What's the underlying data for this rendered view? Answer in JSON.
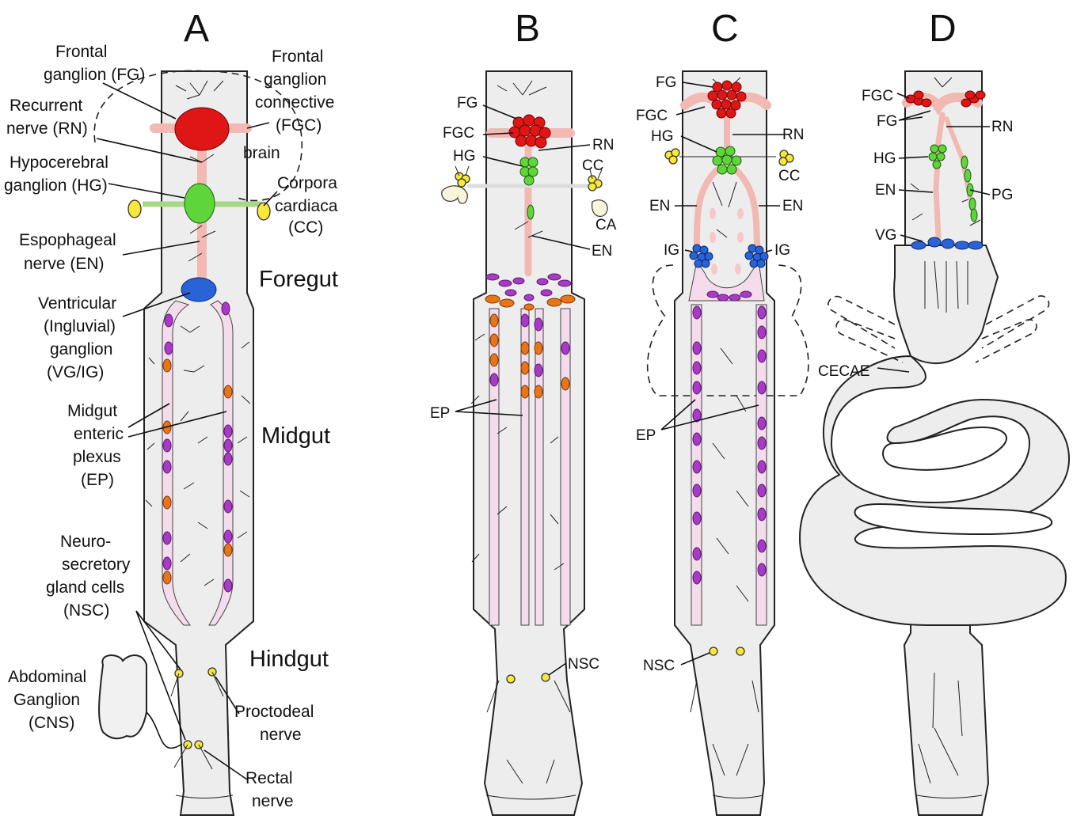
{
  "panels": [
    "A",
    "B",
    "C",
    "D"
  ],
  "regions": {
    "foregut": "Foregut",
    "midgut": "Midgut",
    "hindgut": "Hindgut"
  },
  "panel_a_labels": {
    "fg_1": "Frontal",
    "fg_2": "ganglion (FG)",
    "fgc_1": "Frontal",
    "fgc_2": "ganglion",
    "fgc_3": "connective",
    "fgc_4": "(FGC)",
    "brain": "brain",
    "rn_1": "Recurrent",
    "rn_2": "nerve (RN)",
    "hg_1": "Hypocerebral",
    "hg_2": "ganglion (HG)",
    "cc_1": "Corpora",
    "cc_2": "cardiaca",
    "cc_3": "(CC)",
    "en_1": "Espophageal",
    "en_2": "nerve (EN)",
    "vg_1": "Ventricular",
    "vg_2": "(Ingluvial)",
    "vg_3": "ganglion",
    "vg_4": "(VG/IG)",
    "ep_1": "Midgut",
    "ep_2": "enteric",
    "ep_3": "plexus",
    "ep_4": "(EP)",
    "nsc_1": "Neuro-",
    "nsc_2": "secretory",
    "nsc_3": "gland cells",
    "nsc_4": "(NSC)",
    "ag_1": "Abdominal",
    "ag_2": "Ganglion",
    "ag_3": "(CNS)",
    "pn_1": "Proctodeal",
    "pn_2": "nerve",
    "rectal_1": "Rectal",
    "rectal_2": "nerve"
  },
  "panel_b_labels": {
    "fg": "FG",
    "fgc": "FGC",
    "hg": "HG",
    "rn": "RN",
    "cc": "CC",
    "ca": "CA",
    "en": "EN",
    "ep": "EP",
    "nsc": "NSC"
  },
  "panel_c_labels": {
    "fg": "FG",
    "fgc": "FGC",
    "hg": "HG",
    "rn": "RN",
    "cc": "CC",
    "en_left": "EN",
    "en_right": "EN",
    "ig_left": "IG",
    "ig_right": "IG",
    "ep": "EP",
    "nsc": "NSC"
  },
  "panel_d_labels": {
    "fgc": "FGC",
    "fg": "FG",
    "rn": "RN",
    "hg": "HG",
    "en": "EN",
    "pg": "PG",
    "vg": "VG",
    "cecae": "CECAE"
  },
  "colors": {
    "frontal_ganglion": "#e01515",
    "hypocerebral_ganglion": "#5ed63a",
    "ventricular_ganglion": "#2a62d8",
    "corpora_cardiaca": "#f7e83a",
    "nerve": "#f2b8b2",
    "enteric_plexus": "#f4dcec",
    "plexus_cells_purple": "#a93ac8",
    "plexus_cells_orange": "#e8751a",
    "gut_fill": "#ededee"
  }
}
